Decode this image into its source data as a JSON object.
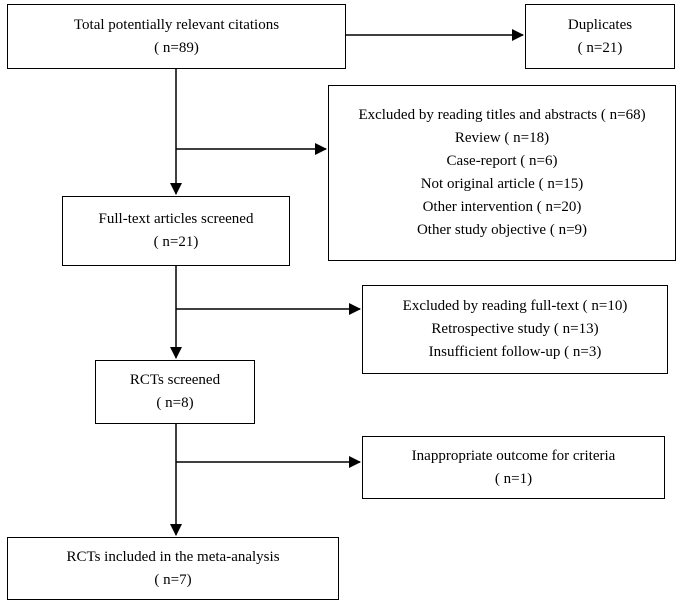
{
  "diagram": {
    "total": {
      "title": "Total potentially relevant citations",
      "count": "( n=89)"
    },
    "duplicates": {
      "title": "Duplicates",
      "count": "( n=21)"
    },
    "excluded_titles": {
      "lines": [
        "Excluded by reading titles and abstracts ( n=68)",
        "Review ( n=18)",
        "Case-report ( n=6)",
        "Not original article ( n=15)",
        "Other intervention ( n=20)",
        "Other study objective ( n=9)"
      ]
    },
    "fulltext": {
      "title": "Full-text articles screened",
      "count": "( n=21)"
    },
    "excluded_fulltext": {
      "lines": [
        "Excluded by reading full-text ( n=10)",
        "Retrospective study ( n=13)",
        "Insufficient follow-up ( n=3)"
      ]
    },
    "rcts": {
      "title": "RCTs screened",
      "count": "( n=8)"
    },
    "inappropriate": {
      "title": "Inappropriate outcome for criteria",
      "count": "( n=1)"
    },
    "included": {
      "title": "RCTs included in the meta-analysis",
      "count": "( n=7)"
    }
  }
}
